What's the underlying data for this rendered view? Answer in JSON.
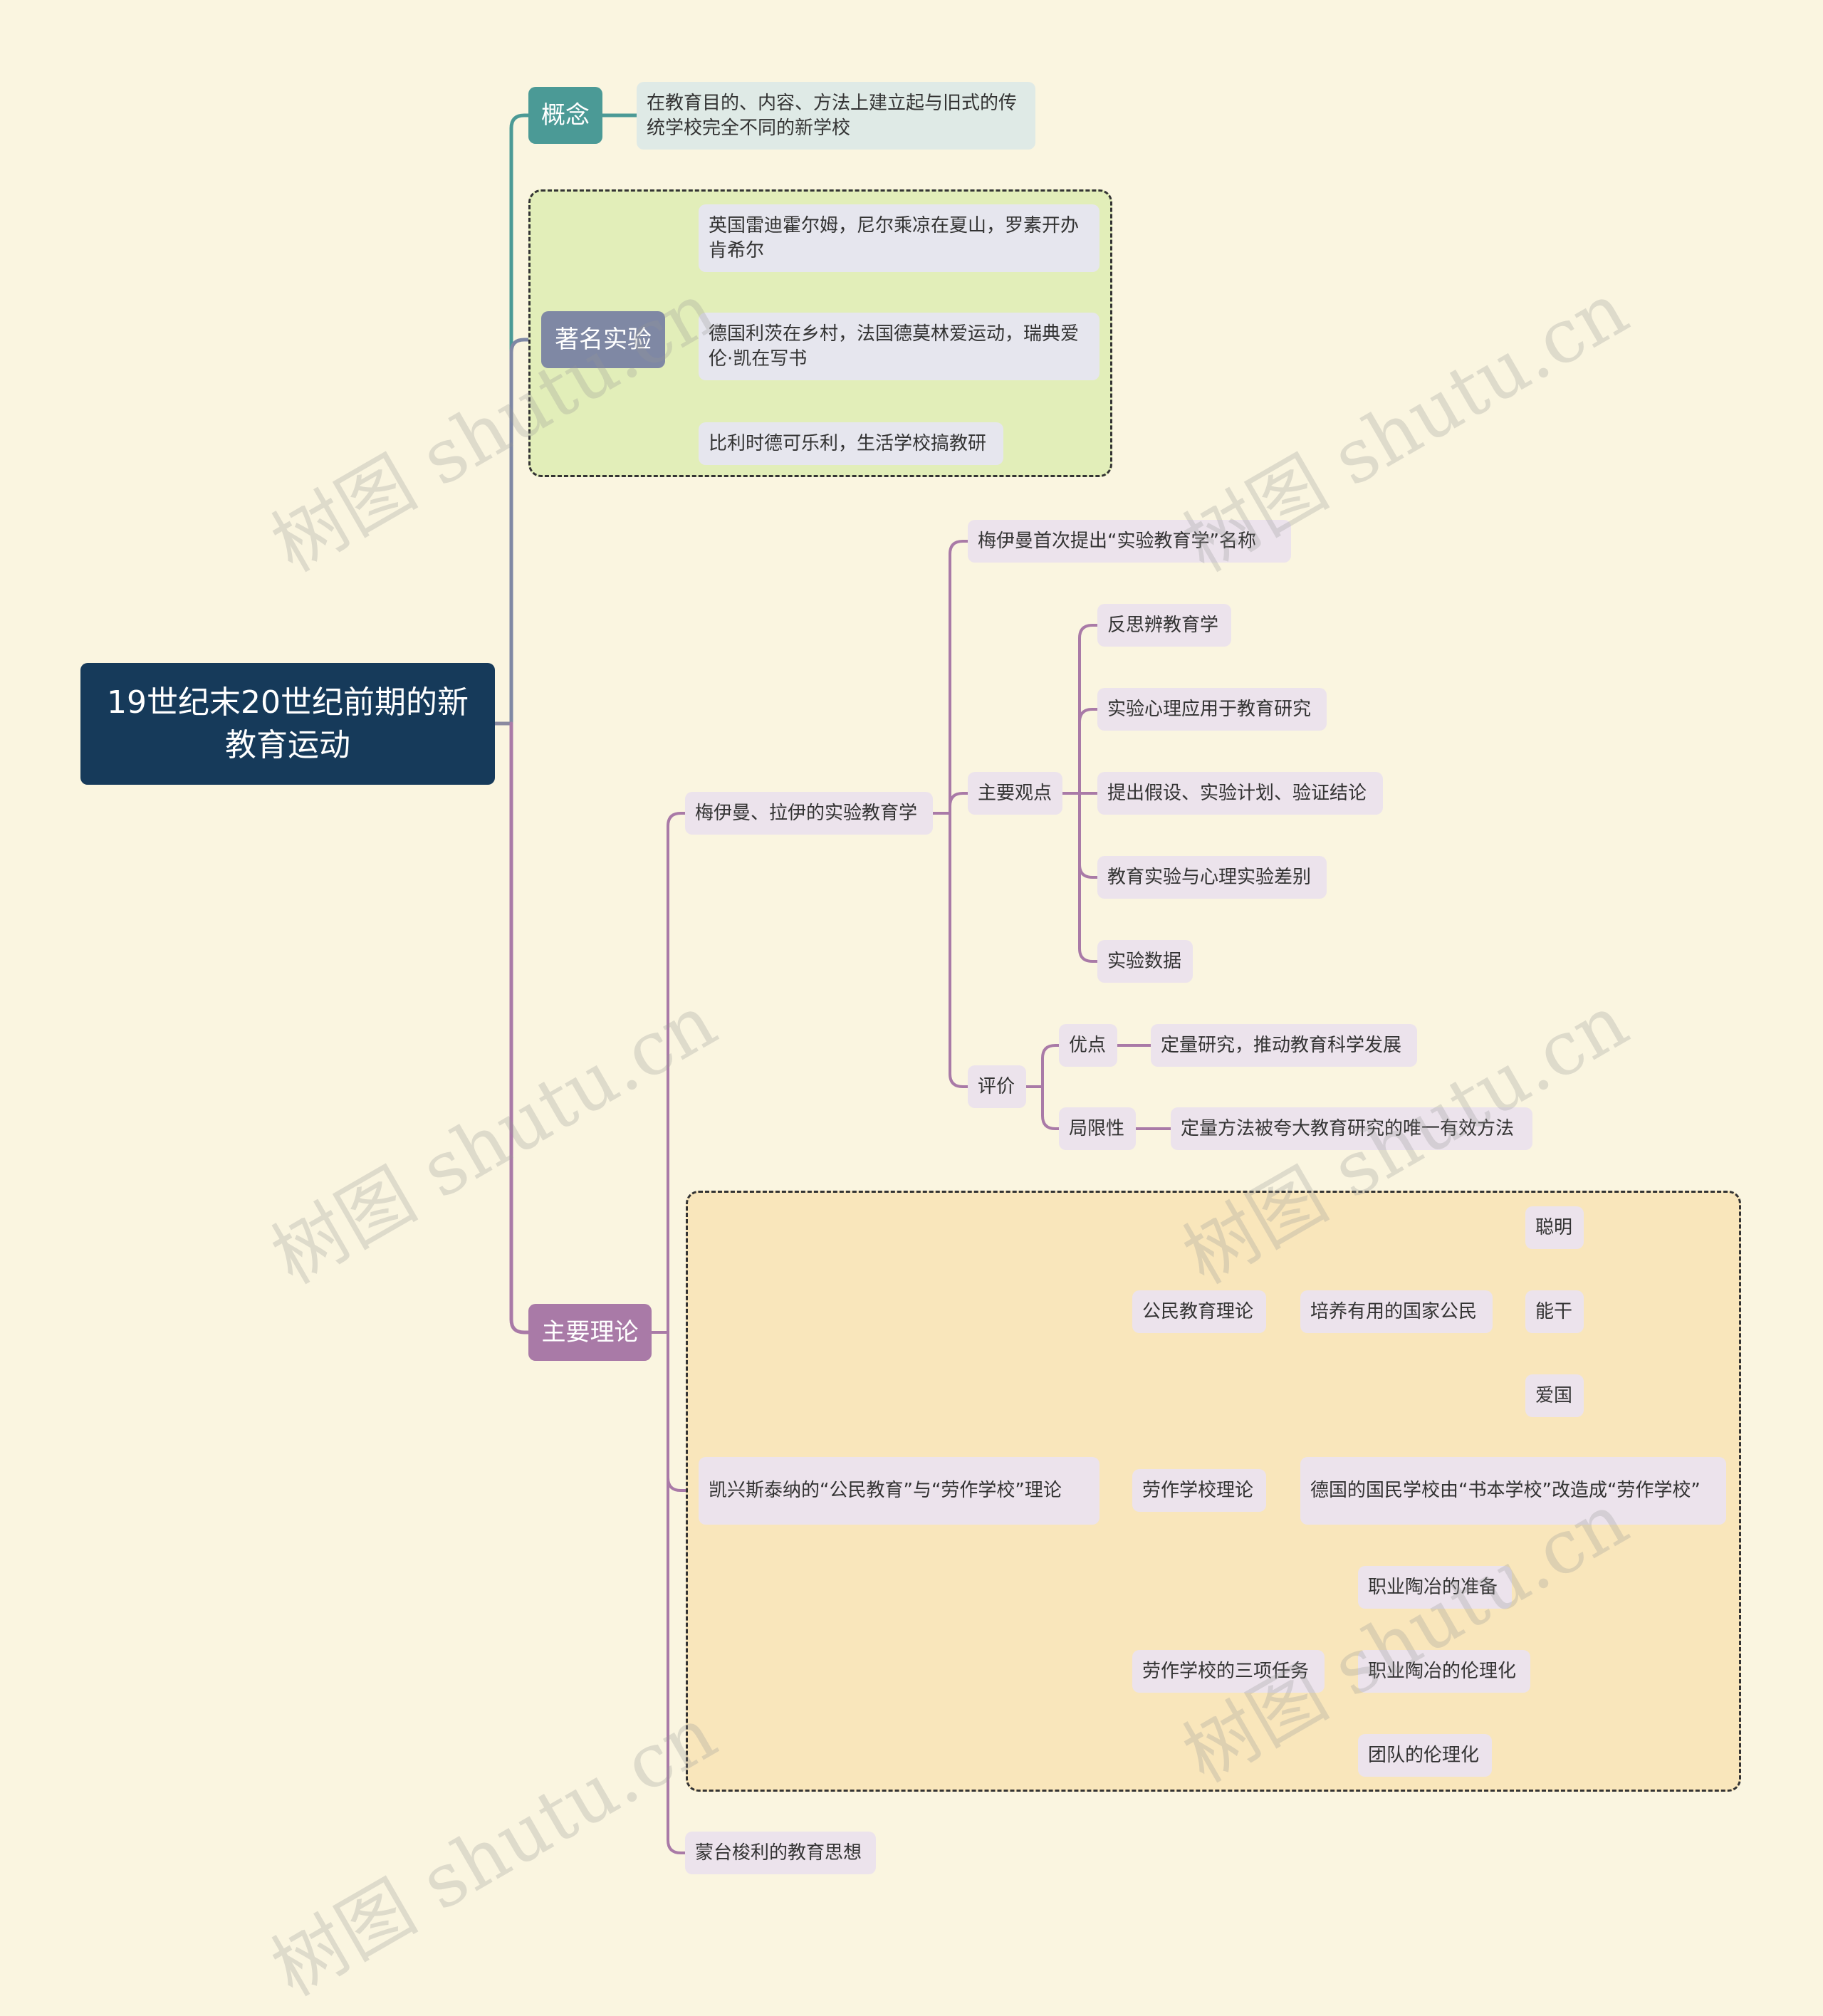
{
  "colors": {
    "background": "#faf5e0",
    "root": "#163a5a",
    "teal": "#4b9a96",
    "slate": "#7f88a4",
    "purple": "#a97aa7",
    "group_green": "#e2eeb9",
    "group_orange": "#f9e6bb"
  },
  "root": {
    "label": "19世纪末20世纪前期的新教育运动"
  },
  "concept": {
    "label": "概念",
    "definition": "在教育目的、内容、方法上建立起与旧式的传统学校完全不同的新学校"
  },
  "experiments": {
    "label": "著名实验",
    "items": [
      "英国雷迪霍尔姆，尼尔乘凉在夏山，罗素开办肯希尔",
      "德国利茨在乡村，法国德莫林爱运动，瑞典爱伦·凯在写书",
      "比利时德可乐利，生活学校搞教研"
    ]
  },
  "theories": {
    "label": "主要理论",
    "meumann": {
      "label": "梅伊曼、拉伊的实验教育学",
      "first": "梅伊曼首次提出“实验教育学”名称",
      "views_label": "主要观点",
      "views": [
        "反思辨教育学",
        "实验心理应用于教育研究",
        "提出假设、实验计划、验证结论",
        "教育实验与心理实验差别",
        "实验数据"
      ],
      "eval_label": "评价",
      "merit_label": "优点",
      "merit": "定量研究，推动教育科学发展",
      "limit_label": "局限性",
      "limit": "定量方法被夸大教育研究的唯一有效方法"
    },
    "kerschensteiner": {
      "label": "凯兴斯泰纳的“公民教育”与“劳作学校”理论",
      "civic_label": "公民教育理论",
      "civic_goal": "培养有用的国家公民",
      "civic_traits": [
        "聪明",
        "能干",
        "爱国"
      ],
      "labor_label": "劳作学校理论",
      "labor_desc": "德国的国民学校由“书本学校”改造成“劳作学校”",
      "tasks_label": "劳作学校的三项任务",
      "tasks": [
        "职业陶冶的准备",
        "职业陶冶的伦理化",
        "团队的伦理化"
      ]
    },
    "montessori": {
      "label": "蒙台梭利的教育思想"
    }
  },
  "watermark": "树图 shutu.cn"
}
